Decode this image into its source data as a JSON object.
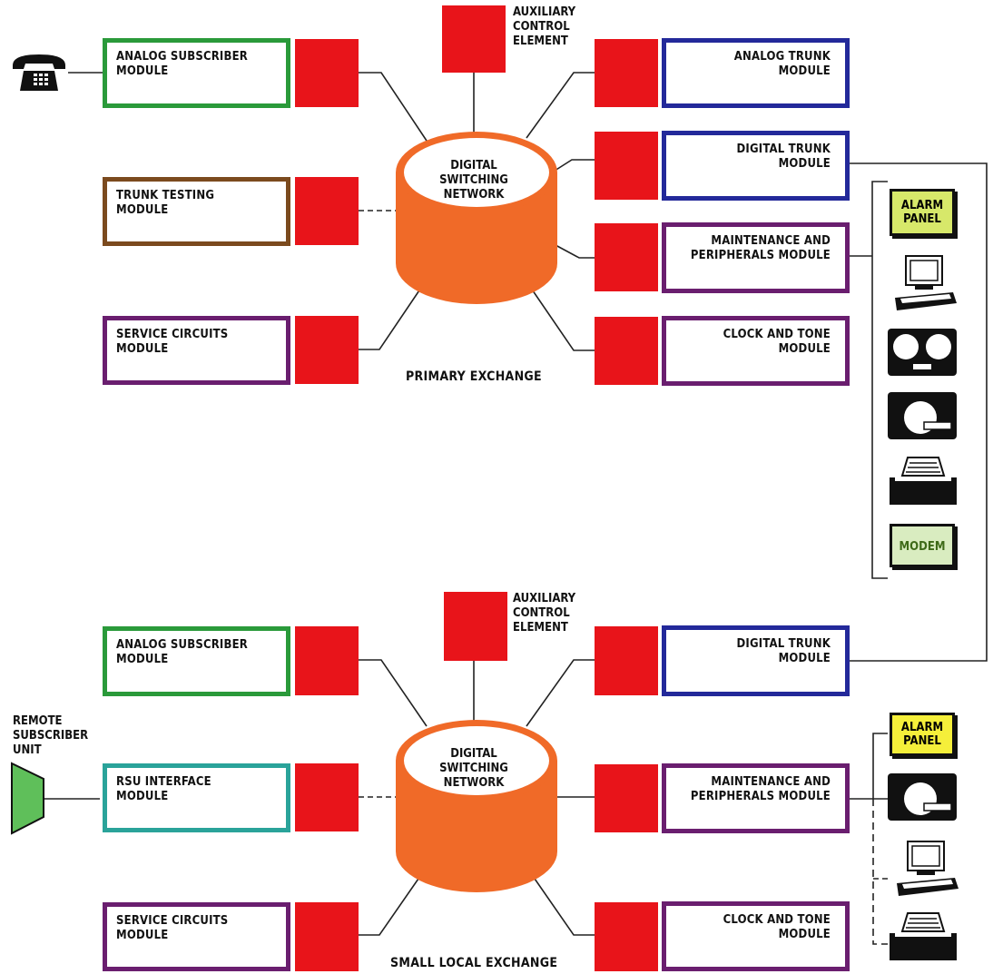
{
  "colors": {
    "red": "#e8141a",
    "green": "#2a9a3a",
    "blue": "#23299a",
    "purple": "#6a1e6f",
    "brown": "#7b4a1e",
    "teal": "#2aa39a",
    "orange": "#f06a28",
    "alarm_primary": "#d7e86a",
    "alarm_local": "#f5ef3a",
    "modem": "#d9ecc0",
    "rsu": "#5fbf5a"
  },
  "primary": {
    "caption": "PRIMARY EXCHANGE",
    "network": "DIGITAL\nSWITCHING\nNETWORK",
    "aux": "AUXILIARY\nCONTROL\nELEMENT",
    "analog_subscriber": "ANALOG  SUBSCRIBER\nMODULE",
    "trunk_testing": "TRUNK  TESTING\nMODULE",
    "service_circuits": "SERVICE  CIRCUITS\nMODULE",
    "analog_trunk": "ANALOG  TRUNK\nMODULE",
    "digital_trunk": "DIGITAL  TRUNK\nMODULE",
    "maintenance": "MAINTENANCE  AND\nPERIPHERALS  MODULE",
    "clock_tone": "CLOCK  AND  TONE\nMODULE"
  },
  "local": {
    "caption": "SMALL  LOCAL  EXCHANGE",
    "network": "DIGITAL\nSWITCHING\nNETWORK",
    "aux": "AUXILIARY\nCONTROL\nELEMENT",
    "analog_subscriber": "ANALOG  SUBSCRIBER\nMODULE",
    "rsu_interface": "RSU  INTERFACE\nMODULE",
    "service_circuits": "SERVICE  CIRCUITS\nMODULE",
    "digital_trunk": "DIGITAL  TRUNK\nMODULE",
    "maintenance": "MAINTENANCE  AND\nPERIPHERALS  MODULE",
    "clock_tone": "CLOCK  AND  TONE\nMODULE",
    "remote_unit": "REMOTE\nSUBSCRIBER\nUNIT"
  },
  "peripherals": {
    "alarm_panel": "ALARM\nPANEL",
    "modem": "MODEM"
  },
  "icons": [
    "telephone-icon",
    "computer-terminal-icon",
    "tape-drive-icon",
    "disk-drive-icon",
    "printer-icon",
    "remote-subscriber-unit-icon"
  ]
}
